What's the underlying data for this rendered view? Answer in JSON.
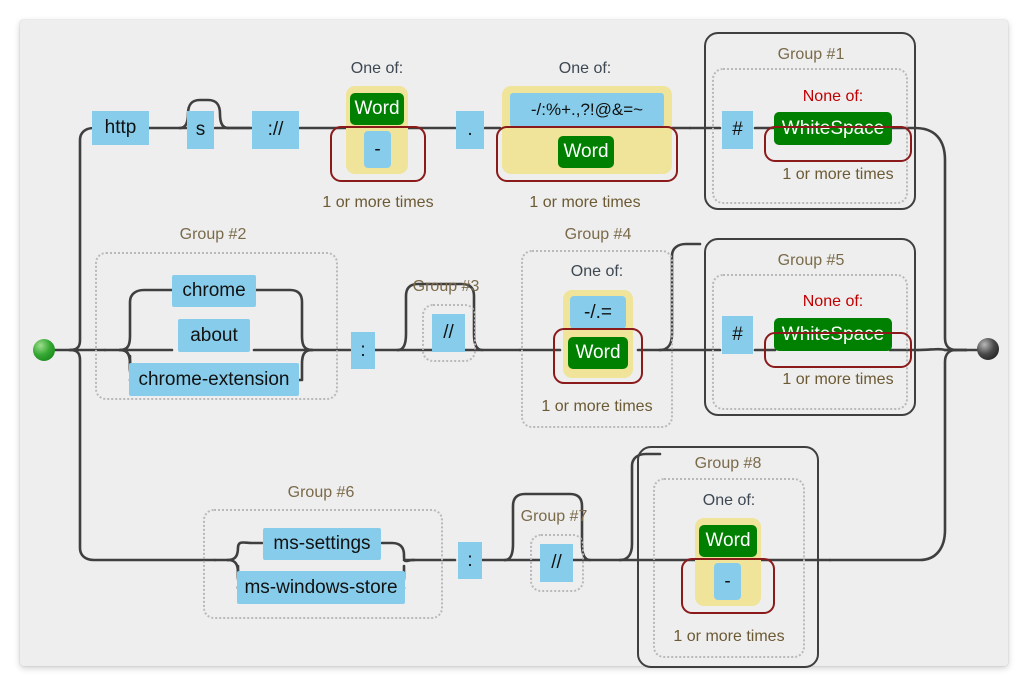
{
  "diagram": {
    "title": "regex-railroad-diagram",
    "colors": {
      "canvas_background": "#eeeeee",
      "literal_token": "#87cdeb",
      "meta_token": "#008000",
      "set_wrapper": "#efe49a",
      "repeat_bracket": "#8b1a1a",
      "none_of_label": "#c00000",
      "line": "#3f3f3f",
      "group_dotted_border": "#b9b9b9"
    },
    "endpoints": {
      "start": "start-node",
      "end": "end-node"
    },
    "labels": {
      "one_of": "One of:",
      "none_of": "None of:",
      "one_or_more": "1 or more times"
    },
    "branches": [
      {
        "id": "branch-http",
        "tokens": {
          "scheme": "http",
          "optional_s": "s",
          "separator": "://",
          "dot": ".",
          "hash": "#"
        },
        "set_host": {
          "caption": "One of:",
          "items": [
            "Word",
            "-"
          ],
          "quantifier": "1 or more times"
        },
        "set_path": {
          "caption": "One of:",
          "items": [
            "-/:%+.,?!@&=~",
            "Word"
          ],
          "quantifier": "1 or more times"
        },
        "group": {
          "label": "Group #1",
          "caption": "None of:",
          "items": [
            "WhiteSpace"
          ],
          "quantifier": "1 or more times"
        }
      },
      {
        "id": "branch-chrome",
        "group2": {
          "label": "Group #2",
          "alternatives": [
            "chrome",
            "about",
            "chrome-extension"
          ]
        },
        "colon": ":",
        "group3": {
          "label": "Group #3",
          "token": "//"
        },
        "group4": {
          "label": "Group #4",
          "caption": "One of:",
          "items": [
            "-/.=",
            "Word"
          ],
          "quantifier": "1 or more times"
        },
        "hash": "#",
        "group5": {
          "label": "Group #5",
          "caption": "None of:",
          "items": [
            "WhiteSpace"
          ],
          "quantifier": "1 or more times"
        }
      },
      {
        "id": "branch-ms",
        "group6": {
          "label": "Group #6",
          "alternatives": [
            "ms-settings",
            "ms-windows-store"
          ]
        },
        "colon": ":",
        "group7": {
          "label": "Group #7",
          "token": "//"
        },
        "group8": {
          "label": "Group #8",
          "caption": "One of:",
          "items": [
            "Word",
            "-"
          ],
          "quantifier": "1 or more times"
        }
      }
    ]
  }
}
